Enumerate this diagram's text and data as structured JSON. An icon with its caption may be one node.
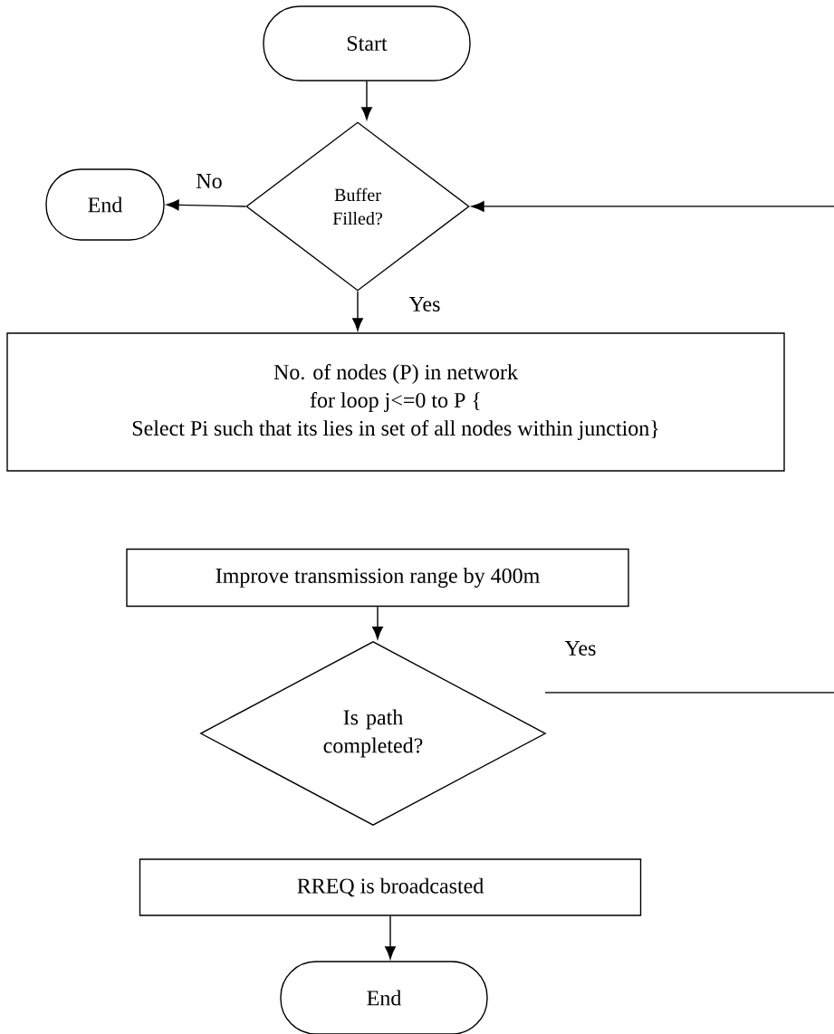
{
  "diagram": {
    "nodes": [
      {
        "text": [
          "Start"
        ]
      },
      {
        "text": [
          "Buffer Filled?"
        ]
      },
      {
        "text": [
          "End"
        ]
      },
      {
        "text": [
          "No. of nodes (P) in network",
          "for loop j<=0 to P {",
          "Select Pi such that its lies in set of all nodes within junction}"
        ]
      },
      {
        "text": [
          "Improve transmission range by 400m"
        ]
      },
      {
        "text": [
          "Is path completed?"
        ]
      },
      {
        "text": [
          "RREQ is broadcasted"
        ]
      },
      {
        "text": [
          "End"
        ]
      }
    ],
    "edges": [
      {
        "from": 0,
        "to": 1,
        "arrow": "to"
      },
      {
        "from": 1,
        "to": 2,
        "label": "No",
        "arrow": "to"
      },
      {
        "from": 1,
        "to": 3,
        "label": "Yes",
        "arrow": "to"
      },
      {
        "from": null,
        "to": 1,
        "arrow": "to"
      },
      {
        "from": 4,
        "to": 5,
        "arrow": "to"
      },
      {
        "from": 6,
        "to": 7,
        "arrow": "to"
      },
      {
        "from": 5,
        "to": null,
        "label": "Yes",
        "arrow": "none"
      }
    ]
  }
}
